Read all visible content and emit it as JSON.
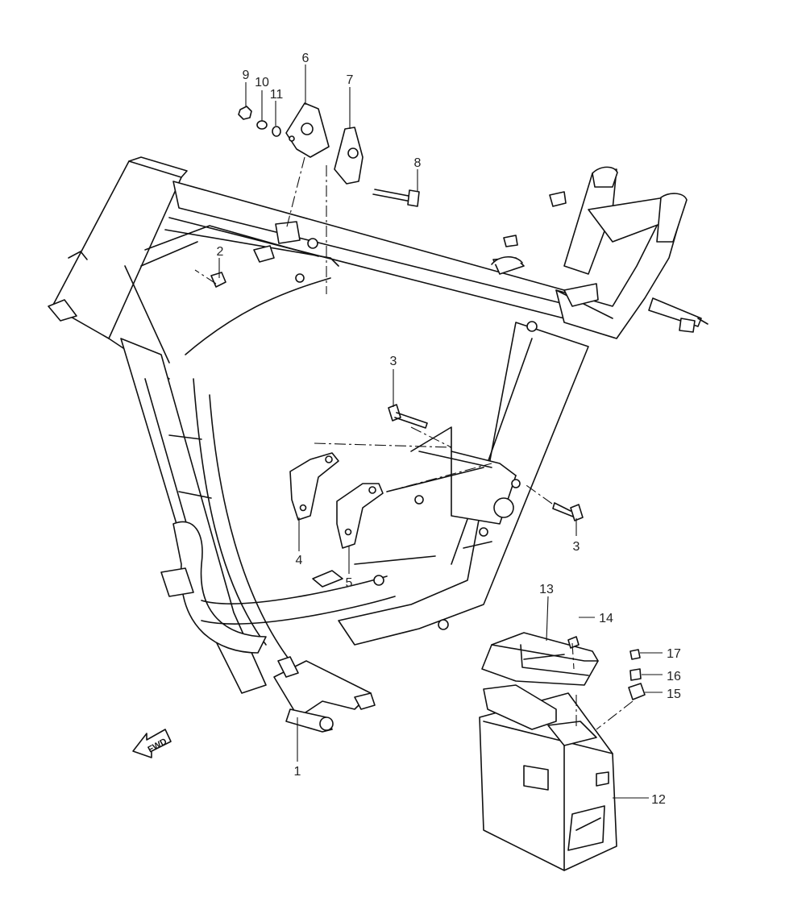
{
  "diagram": {
    "fwd_label": "FWD",
    "callouts": {
      "c1": "1",
      "c2": "2",
      "c3a": "3",
      "c3b": "3",
      "c4": "4",
      "c5": "5",
      "c6": "6",
      "c7": "7",
      "c8": "8",
      "c9": "9",
      "c10": "10",
      "c11": "11",
      "c12": "12",
      "c13": "13",
      "c14": "14",
      "c15": "15",
      "c16": "16",
      "c17": "17"
    }
  }
}
